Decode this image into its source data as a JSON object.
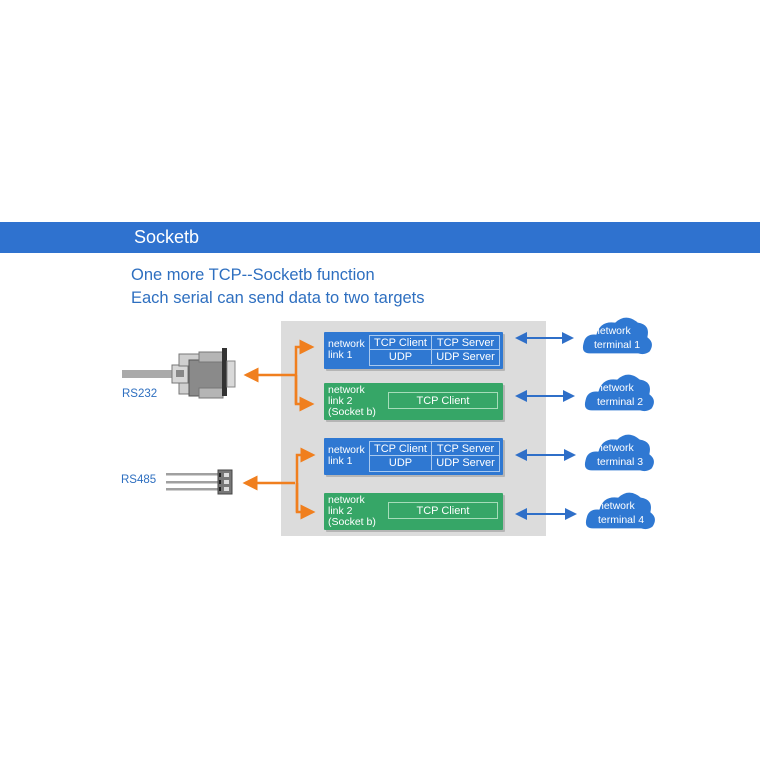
{
  "header": {
    "title": "Socketb",
    "band_color": "#2f72cf"
  },
  "subtitle": {
    "line1": "One more TCP--Socketb function",
    "line2": "Each serial can send data to two targets"
  },
  "ports": [
    {
      "label": "RS232",
      "icon": "db9-serial-connector-icon"
    },
    {
      "label": "RS485",
      "icon": "terminal-block-connector-icon"
    }
  ],
  "groups": [
    {
      "link1": {
        "label_line1": "network",
        "label_line2": "link 1",
        "modes": [
          "TCP Client",
          "TCP Server",
          "UDP",
          "UDP Server"
        ]
      },
      "link2": {
        "label_line1": "network",
        "label_line2": "link 2",
        "label_line3": "(Socket b)",
        "mode": "TCP Client"
      }
    },
    {
      "link1": {
        "label_line1": "network",
        "label_line2": "link 1",
        "modes": [
          "TCP Client",
          "TCP Server",
          "UDP",
          "UDP Server"
        ]
      },
      "link2": {
        "label_line1": "network",
        "label_line2": "link 2",
        "label_line3": "(Socket b)",
        "mode": "TCP Client"
      }
    }
  ],
  "terminals": [
    {
      "line1": "network",
      "line2": "terminal 1"
    },
    {
      "line1": "network",
      "line2": "terminal 2"
    },
    {
      "line1": "network",
      "line2": "terminal 3"
    },
    {
      "line1": "network",
      "line2": "terminal 4"
    }
  ],
  "colors": {
    "link1": "#2f78d2",
    "link2": "#36a667",
    "serial_arrow": "#f07f1e",
    "network_arrow": "#2f6fc8",
    "panel": "#dcdcdc",
    "cloud": "#2f78d2"
  }
}
